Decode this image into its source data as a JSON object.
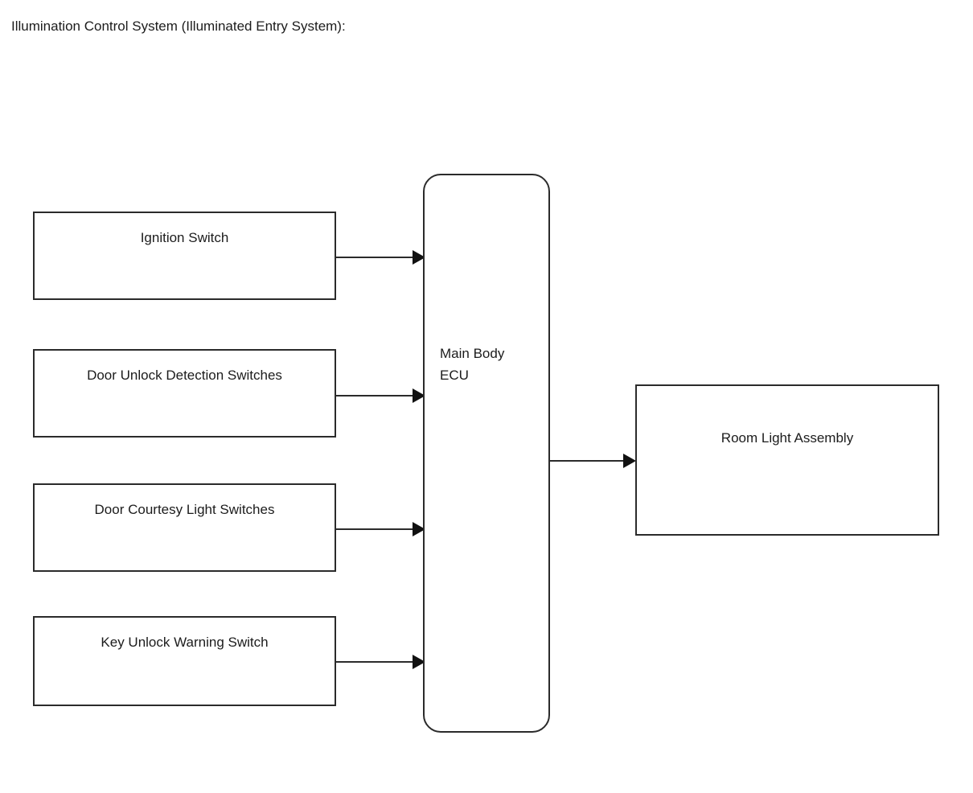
{
  "page": {
    "title": "Illumination Control System (Illuminated Entry System):",
    "background_color": "#ffffff",
    "line_color": "#2b2b2b",
    "text_color": "#1c1c1c"
  },
  "diagram": {
    "type": "block-diagram",
    "inputs": [
      {
        "id": "ignition-switch",
        "label": "Ignition Switch"
      },
      {
        "id": "door-unlock-detection-switches",
        "label": "Door Unlock Detection Switches"
      },
      {
        "id": "door-courtesy-light-switches",
        "label": "Door Courtesy Light Switches"
      },
      {
        "id": "key-unlock-warning-switch",
        "label": "Key Unlock Warning Switch"
      }
    ],
    "controller": {
      "id": "main-body-ecu",
      "label": "Main Body\nECU",
      "label_line1": "Main Body",
      "label_line2": "ECU",
      "shape": "rounded-rectangle"
    },
    "outputs": [
      {
        "id": "room-light-assembly",
        "label": "Room Light Assembly"
      }
    ],
    "connections": [
      {
        "from": "ignition-switch",
        "to": "main-body-ecu",
        "arrow": "single"
      },
      {
        "from": "door-unlock-detection-switches",
        "to": "main-body-ecu",
        "arrow": "single"
      },
      {
        "from": "door-courtesy-light-switches",
        "to": "main-body-ecu",
        "arrow": "single"
      },
      {
        "from": "key-unlock-warning-switch",
        "to": "main-body-ecu",
        "arrow": "single"
      },
      {
        "from": "main-body-ecu",
        "to": "room-light-assembly",
        "arrow": "single"
      }
    ]
  }
}
